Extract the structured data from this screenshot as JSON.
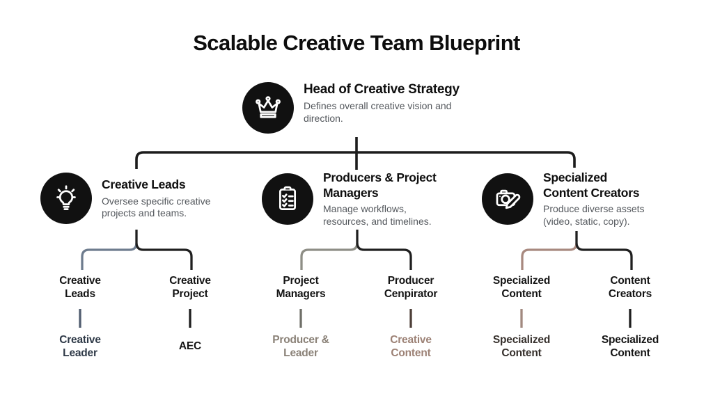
{
  "title": "Scalable Creative Team Blueprint",
  "head": {
    "icon": "crown-icon",
    "title": "Head of Creative Strategy",
    "description": "Defines overall creative vision and\ndirection."
  },
  "branches": [
    {
      "icon": "lightbulb-icon",
      "title": "Creative Leads",
      "description": "Oversee specific creative\nprojects and teams.",
      "children": [
        {
          "label": "Creative\nLeads",
          "child": {
            "label": "Creative\nLeader",
            "color": "#2e3947"
          }
        },
        {
          "label": "Creative\nProject",
          "child": {
            "label": "AEC",
            "color": "#141414"
          }
        }
      ]
    },
    {
      "icon": "clipboard-icon",
      "title": "Producers & Project\nManagers",
      "description": "Manage workflows,\nresources, and timelines.",
      "children": [
        {
          "label": "Project\nManagers",
          "child": {
            "label": "Producer &\nLeader",
            "color": "#8a8177"
          }
        },
        {
          "label": "Producer\nCenpirator",
          "child": {
            "label": "Creative\nContent",
            "color": "#9c8175"
          }
        }
      ]
    },
    {
      "icon": "camera-pencil-icon",
      "title": "Specialized\nContent Creators",
      "description": "Produce diverse assets\n(video, static, copy).",
      "children": [
        {
          "label": "Specialized\nContent",
          "child": {
            "label": "Specialized\nContent",
            "color": "#36302c"
          }
        },
        {
          "label": "Content\nCreators",
          "child": {
            "label": "Specialized\nContent",
            "color": "#141414"
          }
        }
      ]
    }
  ],
  "connector_colors": {
    "main": "#1c1c1c",
    "branch1_left": "#6e7c8e",
    "branch1_right": "#1f1f1f",
    "branch2_left": "#8e8e86",
    "branch2_right": "#1f1f1f",
    "branch3_left": "#a8897f",
    "branch3_right": "#1f1f1f",
    "link1": "#525e70",
    "link2": "#1f1f1f",
    "link3": "#6f6f68",
    "link4": "#4d3f38",
    "link5": "#a1897f",
    "link6": "#1f1f1f"
  }
}
